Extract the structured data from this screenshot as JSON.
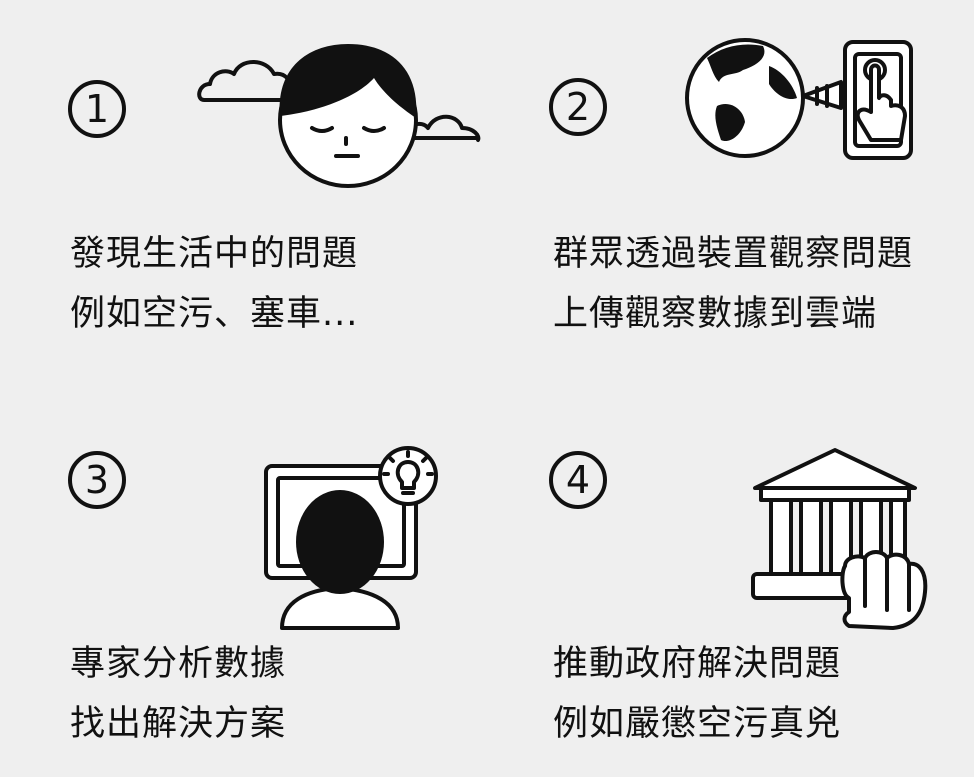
{
  "steps": [
    {
      "number": "1",
      "line1": "發現生活中的問題",
      "line2": "例如空污、塞車..."
    },
    {
      "number": "2",
      "line1": "群眾透過裝置觀察問題",
      "line2": "上傳觀察數據到雲端"
    },
    {
      "number": "3",
      "line1": "專家分析數據",
      "line2": "找出解決方案"
    },
    {
      "number": "4",
      "line1": "推動政府解決問題",
      "line2": "例如嚴懲空污真兇"
    }
  ],
  "icons": {
    "step1": "thinking-face-with-clouds-icon",
    "step2": "earth-and-touch-device-icon",
    "step3": "person-at-computer-with-lightbulb-icon",
    "step4": "government-building-with-fist-icon"
  }
}
